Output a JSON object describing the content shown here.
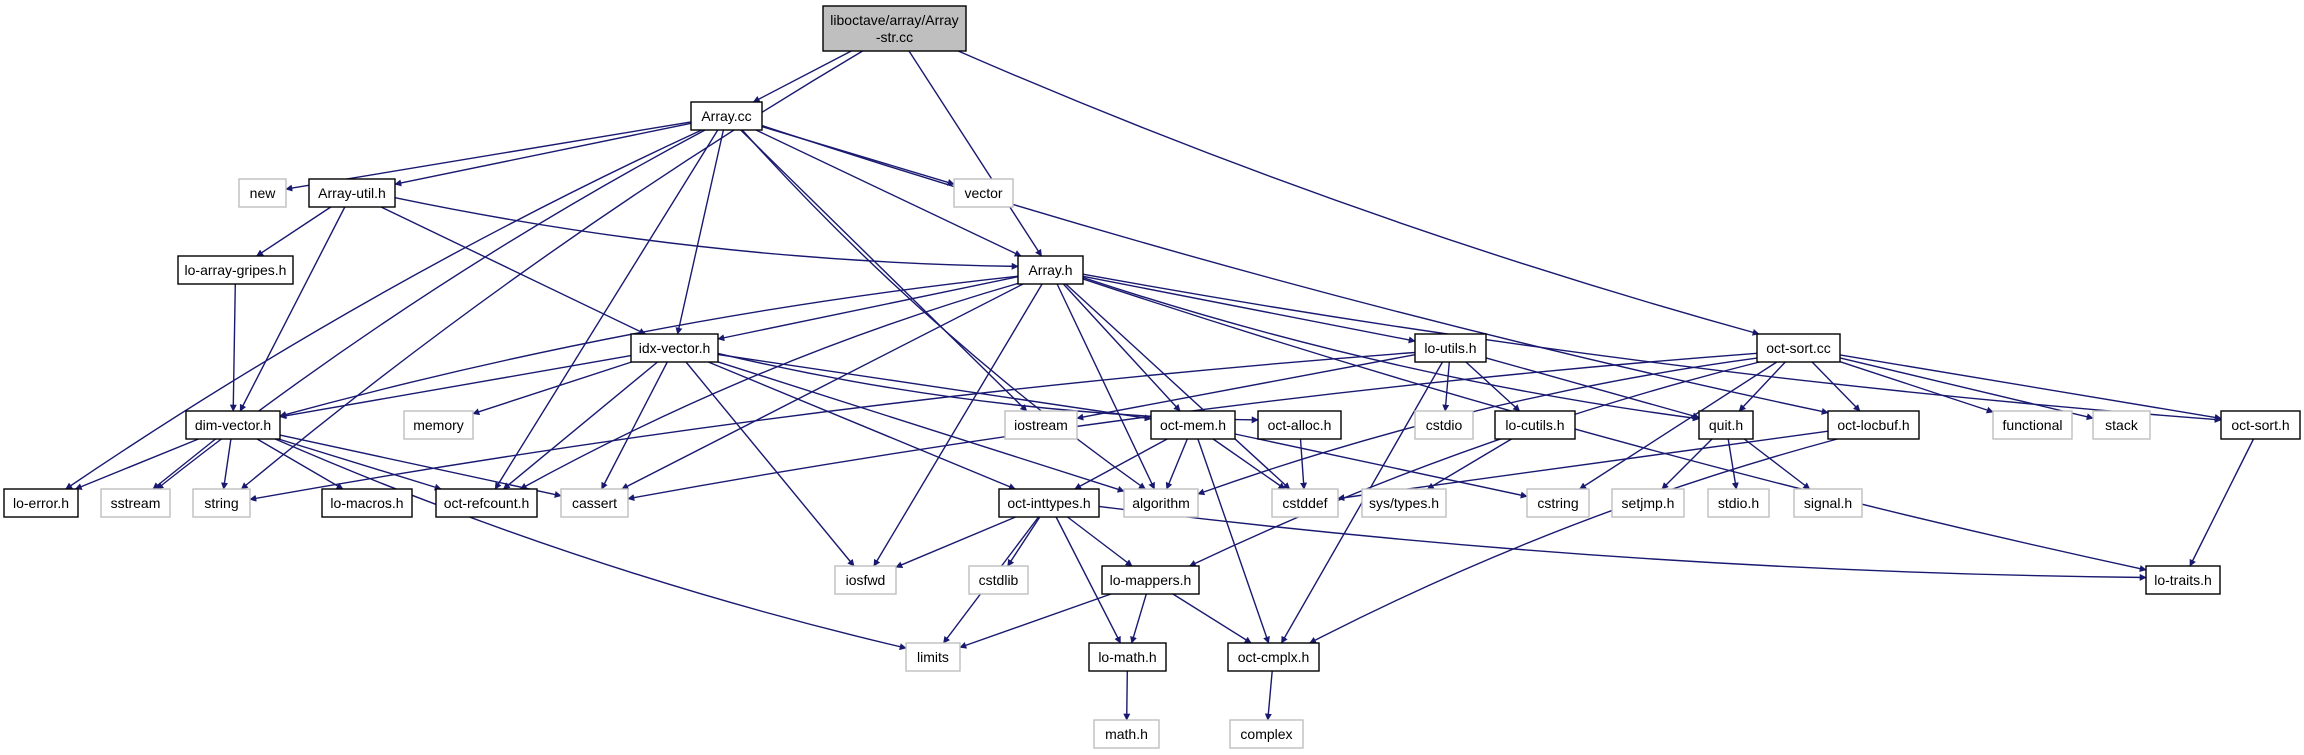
{
  "title": "liboctave/array/Array-str.cc",
  "colors": {
    "edge": "#191970",
    "root_fill": "#bfbfbf",
    "root_border": "#000000",
    "documented_border": "#000000",
    "external_border": "#bfbfbf",
    "fill": "#ffffff"
  },
  "nodes": [
    {
      "id": "root",
      "label": [
        "liboctave/array/Array",
        "-str.cc"
      ],
      "kind": "root"
    },
    {
      "id": "Array.cc",
      "label": [
        "Array.cc"
      ],
      "kind": "doc"
    },
    {
      "id": "new",
      "label": [
        "new"
      ],
      "kind": "ext"
    },
    {
      "id": "Array-util.h",
      "label": [
        "Array-util.h"
      ],
      "kind": "doc"
    },
    {
      "id": "vector",
      "label": [
        "vector"
      ],
      "kind": "ext"
    },
    {
      "id": "lo-array-gripes.h",
      "label": [
        "lo-array-gripes.h"
      ],
      "kind": "doc"
    },
    {
      "id": "Array.h",
      "label": [
        "Array.h"
      ],
      "kind": "doc"
    },
    {
      "id": "idx-vector.h",
      "label": [
        "idx-vector.h"
      ],
      "kind": "doc"
    },
    {
      "id": "lo-utils.h",
      "label": [
        "lo-utils.h"
      ],
      "kind": "doc"
    },
    {
      "id": "oct-sort.cc",
      "label": [
        "oct-sort.cc"
      ],
      "kind": "doc"
    },
    {
      "id": "dim-vector.h",
      "label": [
        "dim-vector.h"
      ],
      "kind": "doc"
    },
    {
      "id": "memory",
      "label": [
        "memory"
      ],
      "kind": "ext"
    },
    {
      "id": "iostream",
      "label": [
        "iostream"
      ],
      "kind": "ext"
    },
    {
      "id": "oct-mem.h",
      "label": [
        "oct-mem.h"
      ],
      "kind": "doc"
    },
    {
      "id": "oct-alloc.h",
      "label": [
        "oct-alloc.h"
      ],
      "kind": "doc"
    },
    {
      "id": "cstdio",
      "label": [
        "cstdio"
      ],
      "kind": "ext"
    },
    {
      "id": "lo-cutils.h",
      "label": [
        "lo-cutils.h"
      ],
      "kind": "doc"
    },
    {
      "id": "quit.h",
      "label": [
        "quit.h"
      ],
      "kind": "doc"
    },
    {
      "id": "oct-locbuf.h",
      "label": [
        "oct-locbuf.h"
      ],
      "kind": "doc"
    },
    {
      "id": "functional",
      "label": [
        "functional"
      ],
      "kind": "ext"
    },
    {
      "id": "stack",
      "label": [
        "stack"
      ],
      "kind": "ext"
    },
    {
      "id": "oct-sort.h",
      "label": [
        "oct-sort.h"
      ],
      "kind": "doc"
    },
    {
      "id": "lo-error.h",
      "label": [
        "lo-error.h"
      ],
      "kind": "doc"
    },
    {
      "id": "sstream",
      "label": [
        "sstream"
      ],
      "kind": "ext"
    },
    {
      "id": "string",
      "label": [
        "string"
      ],
      "kind": "ext"
    },
    {
      "id": "lo-macros.h",
      "label": [
        "lo-macros.h"
      ],
      "kind": "doc"
    },
    {
      "id": "oct-refcount.h",
      "label": [
        "oct-refcount.h"
      ],
      "kind": "doc"
    },
    {
      "id": "cassert",
      "label": [
        "cassert"
      ],
      "kind": "ext"
    },
    {
      "id": "oct-inttypes.h",
      "label": [
        "oct-inttypes.h"
      ],
      "kind": "doc"
    },
    {
      "id": "algorithm",
      "label": [
        "algorithm"
      ],
      "kind": "ext"
    },
    {
      "id": "cstddef",
      "label": [
        "cstddef"
      ],
      "kind": "ext"
    },
    {
      "id": "sys/types.h",
      "label": [
        "sys/types.h"
      ],
      "kind": "ext"
    },
    {
      "id": "cstring",
      "label": [
        "cstring"
      ],
      "kind": "ext"
    },
    {
      "id": "setjmp.h",
      "label": [
        "setjmp.h"
      ],
      "kind": "ext"
    },
    {
      "id": "stdio.h",
      "label": [
        "stdio.h"
      ],
      "kind": "ext"
    },
    {
      "id": "signal.h",
      "label": [
        "signal.h"
      ],
      "kind": "ext"
    },
    {
      "id": "iosfwd",
      "label": [
        "iosfwd"
      ],
      "kind": "ext"
    },
    {
      "id": "cstdlib",
      "label": [
        "cstdlib"
      ],
      "kind": "ext"
    },
    {
      "id": "lo-mappers.h",
      "label": [
        "lo-mappers.h"
      ],
      "kind": "doc"
    },
    {
      "id": "lo-traits.h",
      "label": [
        "lo-traits.h"
      ],
      "kind": "doc"
    },
    {
      "id": "limits",
      "label": [
        "limits"
      ],
      "kind": "ext"
    },
    {
      "id": "lo-math.h",
      "label": [
        "lo-math.h"
      ],
      "kind": "doc"
    },
    {
      "id": "oct-cmplx.h",
      "label": [
        "oct-cmplx.h"
      ],
      "kind": "doc"
    },
    {
      "id": "math.h",
      "label": [
        "math.h"
      ],
      "kind": "ext"
    },
    {
      "id": "complex",
      "label": [
        "complex"
      ],
      "kind": "ext"
    }
  ],
  "edges": [
    [
      "root",
      "Array.cc"
    ],
    [
      "root",
      "Array.h"
    ],
    [
      "root",
      "oct-sort.cc"
    ],
    [
      "root",
      "string"
    ],
    [
      "Array.cc",
      "new"
    ],
    [
      "Array.cc",
      "Array-util.h"
    ],
    [
      "Array.cc",
      "vector"
    ],
    [
      "Array.cc",
      "Array.h"
    ],
    [
      "Array.cc",
      "idx-vector.h"
    ],
    [
      "Array.cc",
      "lo-error.h"
    ],
    [
      "Array.cc",
      "sstream"
    ],
    [
      "Array.cc",
      "oct-refcount.h"
    ],
    [
      "Array.cc",
      "iostream"
    ],
    [
      "Array.cc",
      "algorithm"
    ],
    [
      "Array.cc",
      "oct-locbuf.h"
    ],
    [
      "Array-util.h",
      "lo-array-gripes.h"
    ],
    [
      "Array-util.h",
      "Array.h"
    ],
    [
      "Array-util.h",
      "idx-vector.h"
    ],
    [
      "Array-util.h",
      "dim-vector.h"
    ],
    [
      "lo-array-gripes.h",
      "dim-vector.h"
    ],
    [
      "Array.h",
      "idx-vector.h"
    ],
    [
      "Array.h",
      "lo-utils.h"
    ],
    [
      "Array.h",
      "oct-sort.h"
    ],
    [
      "Array.h",
      "dim-vector.h"
    ],
    [
      "Array.h",
      "oct-refcount.h"
    ],
    [
      "Array.h",
      "cassert"
    ],
    [
      "Array.h",
      "iosfwd"
    ],
    [
      "Array.h",
      "algorithm"
    ],
    [
      "Array.h",
      "oct-mem.h"
    ],
    [
      "Array.h",
      "cstddef"
    ],
    [
      "Array.h",
      "quit.h"
    ],
    [
      "Array.h",
      "lo-traits.h"
    ],
    [
      "idx-vector.h",
      "dim-vector.h"
    ],
    [
      "idx-vector.h",
      "memory"
    ],
    [
      "idx-vector.h",
      "oct-refcount.h"
    ],
    [
      "idx-vector.h",
      "cassert"
    ],
    [
      "idx-vector.h",
      "iosfwd"
    ],
    [
      "idx-vector.h",
      "oct-inttypes.h"
    ],
    [
      "idx-vector.h",
      "algorithm"
    ],
    [
      "idx-vector.h",
      "oct-mem.h"
    ],
    [
      "idx-vector.h",
      "oct-alloc.h"
    ],
    [
      "lo-utils.h",
      "iostream"
    ],
    [
      "lo-utils.h",
      "string"
    ],
    [
      "lo-utils.h",
      "cstdio"
    ],
    [
      "lo-utils.h",
      "lo-cutils.h"
    ],
    [
      "lo-utils.h",
      "quit.h"
    ],
    [
      "lo-utils.h",
      "oct-cmplx.h"
    ],
    [
      "oct-sort.cc",
      "cassert"
    ],
    [
      "oct-sort.cc",
      "algorithm"
    ],
    [
      "oct-sort.cc",
      "quit.h"
    ],
    [
      "oct-sort.cc",
      "oct-locbuf.h"
    ],
    [
      "oct-sort.cc",
      "functional"
    ],
    [
      "oct-sort.cc",
      "stack"
    ],
    [
      "oct-sort.cc",
      "oct-sort.h"
    ],
    [
      "oct-sort.cc",
      "cstring"
    ],
    [
      "oct-sort.cc",
      "lo-mappers.h"
    ],
    [
      "dim-vector.h",
      "lo-error.h"
    ],
    [
      "dim-vector.h",
      "sstream"
    ],
    [
      "dim-vector.h",
      "string"
    ],
    [
      "dim-vector.h",
      "lo-macros.h"
    ],
    [
      "dim-vector.h",
      "oct-refcount.h"
    ],
    [
      "dim-vector.h",
      "cassert"
    ],
    [
      "dim-vector.h",
      "limits"
    ],
    [
      "oct-mem.h",
      "oct-inttypes.h"
    ],
    [
      "oct-mem.h",
      "algorithm"
    ],
    [
      "oct-mem.h",
      "cstddef"
    ],
    [
      "oct-mem.h",
      "cstring"
    ],
    [
      "oct-mem.h",
      "oct-cmplx.h"
    ],
    [
      "oct-alloc.h",
      "cstddef"
    ],
    [
      "lo-cutils.h",
      "sys/types.h"
    ],
    [
      "quit.h",
      "setjmp.h"
    ],
    [
      "quit.h",
      "stdio.h"
    ],
    [
      "quit.h",
      "signal.h"
    ],
    [
      "oct-locbuf.h",
      "cstddef"
    ],
    [
      "oct-locbuf.h",
      "oct-cmplx.h"
    ],
    [
      "oct-sort.h",
      "lo-traits.h"
    ],
    [
      "oct-inttypes.h",
      "iosfwd"
    ],
    [
      "oct-inttypes.h",
      "cstdlib"
    ],
    [
      "oct-inttypes.h",
      "limits"
    ],
    [
      "oct-inttypes.h",
      "lo-mappers.h"
    ],
    [
      "oct-inttypes.h",
      "lo-math.h"
    ],
    [
      "oct-inttypes.h",
      "lo-traits.h"
    ],
    [
      "lo-mappers.h",
      "limits"
    ],
    [
      "lo-mappers.h",
      "lo-math.h"
    ],
    [
      "lo-mappers.h",
      "oct-cmplx.h"
    ],
    [
      "lo-math.h",
      "math.h"
    ],
    [
      "oct-cmplx.h",
      "complex"
    ]
  ]
}
